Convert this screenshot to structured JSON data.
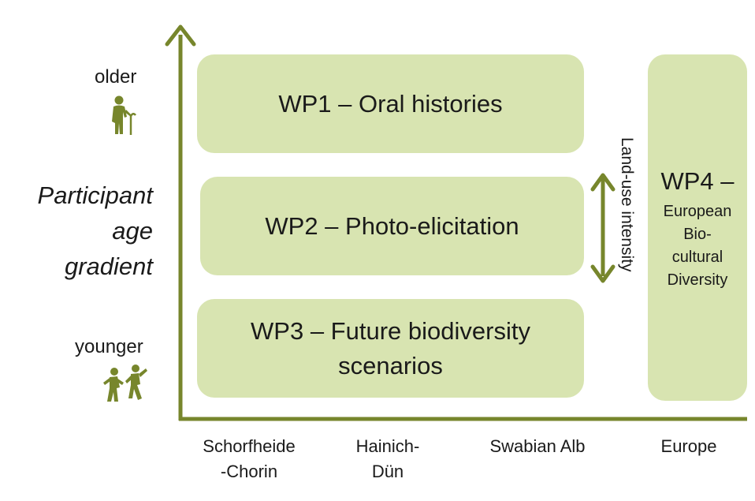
{
  "boxes": {
    "wp1": "WP1 – Oral histories",
    "wp2": "WP2 – Photo-elicitation",
    "wp3_line1": "WP3 – Future biodiversity",
    "wp3_line2": "scenarios",
    "wp4_title": "WP4 –",
    "wp4_line1": "European",
    "wp4_line2": "Bio-",
    "wp4_line3": "cultural",
    "wp4_line4": "Diversity"
  },
  "y_axis": {
    "top": "older",
    "bottom": "younger",
    "label_line1": "Participant",
    "label_line2": "age",
    "label_line3": "gradient"
  },
  "x_axis": {
    "site1_line1": "Schorfheide",
    "site1_line2": "-Chorin",
    "site2_line1": "Hainich-",
    "site2_line2": "Dün",
    "site3": "Swabian Alb",
    "site4": "Europe"
  },
  "land_use": "Land-use intensity",
  "colors": {
    "accent": "#77862c",
    "box_fill": "#d8e4b1"
  },
  "icons": {
    "older": "elderly-person-icon",
    "younger": "children-icon"
  }
}
